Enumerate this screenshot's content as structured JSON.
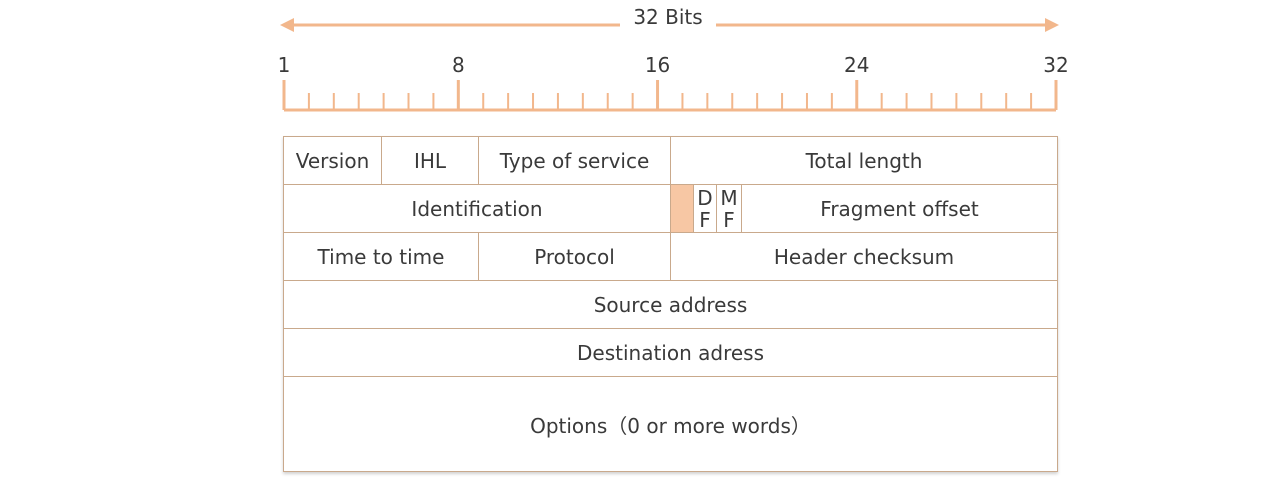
{
  "header": {
    "title": "32 Bits"
  },
  "scale": {
    "bits": 32,
    "labels": [
      {
        "bit": 1,
        "text": "1"
      },
      {
        "bit": 8,
        "text": "8"
      },
      {
        "bit": 16,
        "text": "16"
      },
      {
        "bit": 24,
        "text": "24"
      },
      {
        "bit": 32,
        "text": "32"
      }
    ]
  },
  "fields": {
    "version": "Version",
    "ihl": "IHL",
    "type_of_service": "Type of service",
    "total_length": "Total length",
    "identification": "Identification",
    "df_top": "D",
    "df_bottom": "F",
    "mf_top": "M",
    "mf_bottom": "F",
    "fragment_offset": "Fragment offset",
    "time_to_live": "Time to time",
    "protocol": "Protocol",
    "header_checksum": "Header checksum",
    "source_address": "Source address",
    "destination_address": "Destination adress",
    "options": "Options（0 or more words）"
  },
  "colors": {
    "accent": "#f2b78c",
    "reserved_fill": "#f7c7a4",
    "border": "#c9a98c",
    "text": "#3a3a3a"
  }
}
